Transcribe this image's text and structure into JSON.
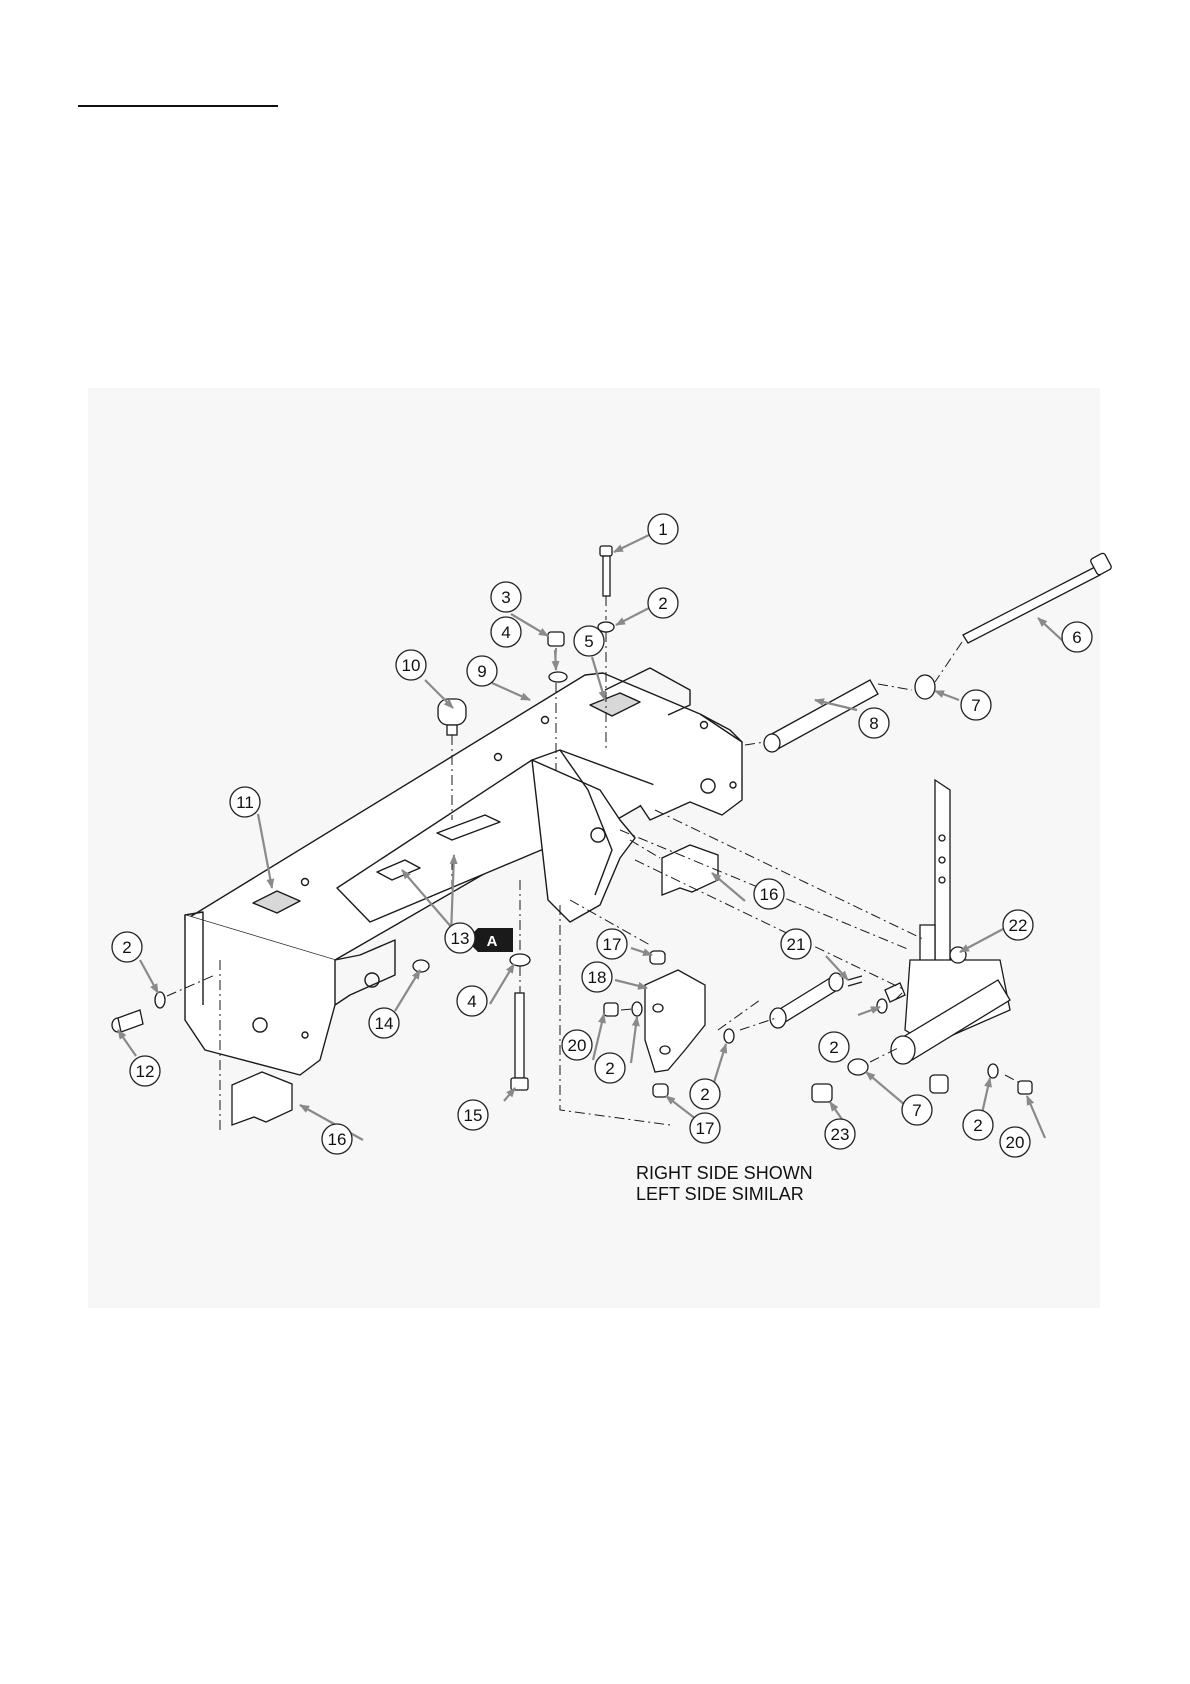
{
  "diagram": {
    "labels": [
      {
        "id": "c1",
        "text": "1"
      },
      {
        "id": "c2a",
        "text": "2"
      },
      {
        "id": "c3",
        "text": "3"
      },
      {
        "id": "c4a",
        "text": "4"
      },
      {
        "id": "c5",
        "text": "5"
      },
      {
        "id": "c6",
        "text": "6"
      },
      {
        "id": "c7a",
        "text": "7"
      },
      {
        "id": "c8",
        "text": "8"
      },
      {
        "id": "c9",
        "text": "9"
      },
      {
        "id": "c10",
        "text": "10"
      },
      {
        "id": "c11",
        "text": "11"
      },
      {
        "id": "c2b",
        "text": "2"
      },
      {
        "id": "c12",
        "text": "12"
      },
      {
        "id": "c13",
        "text": "13"
      },
      {
        "id": "c14",
        "text": "14"
      },
      {
        "id": "c4b",
        "text": "4"
      },
      {
        "id": "c15",
        "text": "15"
      },
      {
        "id": "c16a",
        "text": "16"
      },
      {
        "id": "c16b",
        "text": "16"
      },
      {
        "id": "c17a",
        "text": "17"
      },
      {
        "id": "c18",
        "text": "18"
      },
      {
        "id": "c20a",
        "text": "20"
      },
      {
        "id": "c2c",
        "text": "2"
      },
      {
        "id": "c2d",
        "text": "2"
      },
      {
        "id": "c17b",
        "text": "17"
      },
      {
        "id": "c21",
        "text": "21"
      },
      {
        "id": "c2e",
        "text": "2"
      },
      {
        "id": "c22",
        "text": "22"
      },
      {
        "id": "c7b",
        "text": "7"
      },
      {
        "id": "c23",
        "text": "23"
      },
      {
        "id": "c2f",
        "text": "2"
      },
      {
        "id": "c20b",
        "text": "20"
      }
    ],
    "callout_badge": "A",
    "note_line1": "RIGHT SIDE SHOWN",
    "note_line2": "LEFT SIDE SIMILAR"
  }
}
